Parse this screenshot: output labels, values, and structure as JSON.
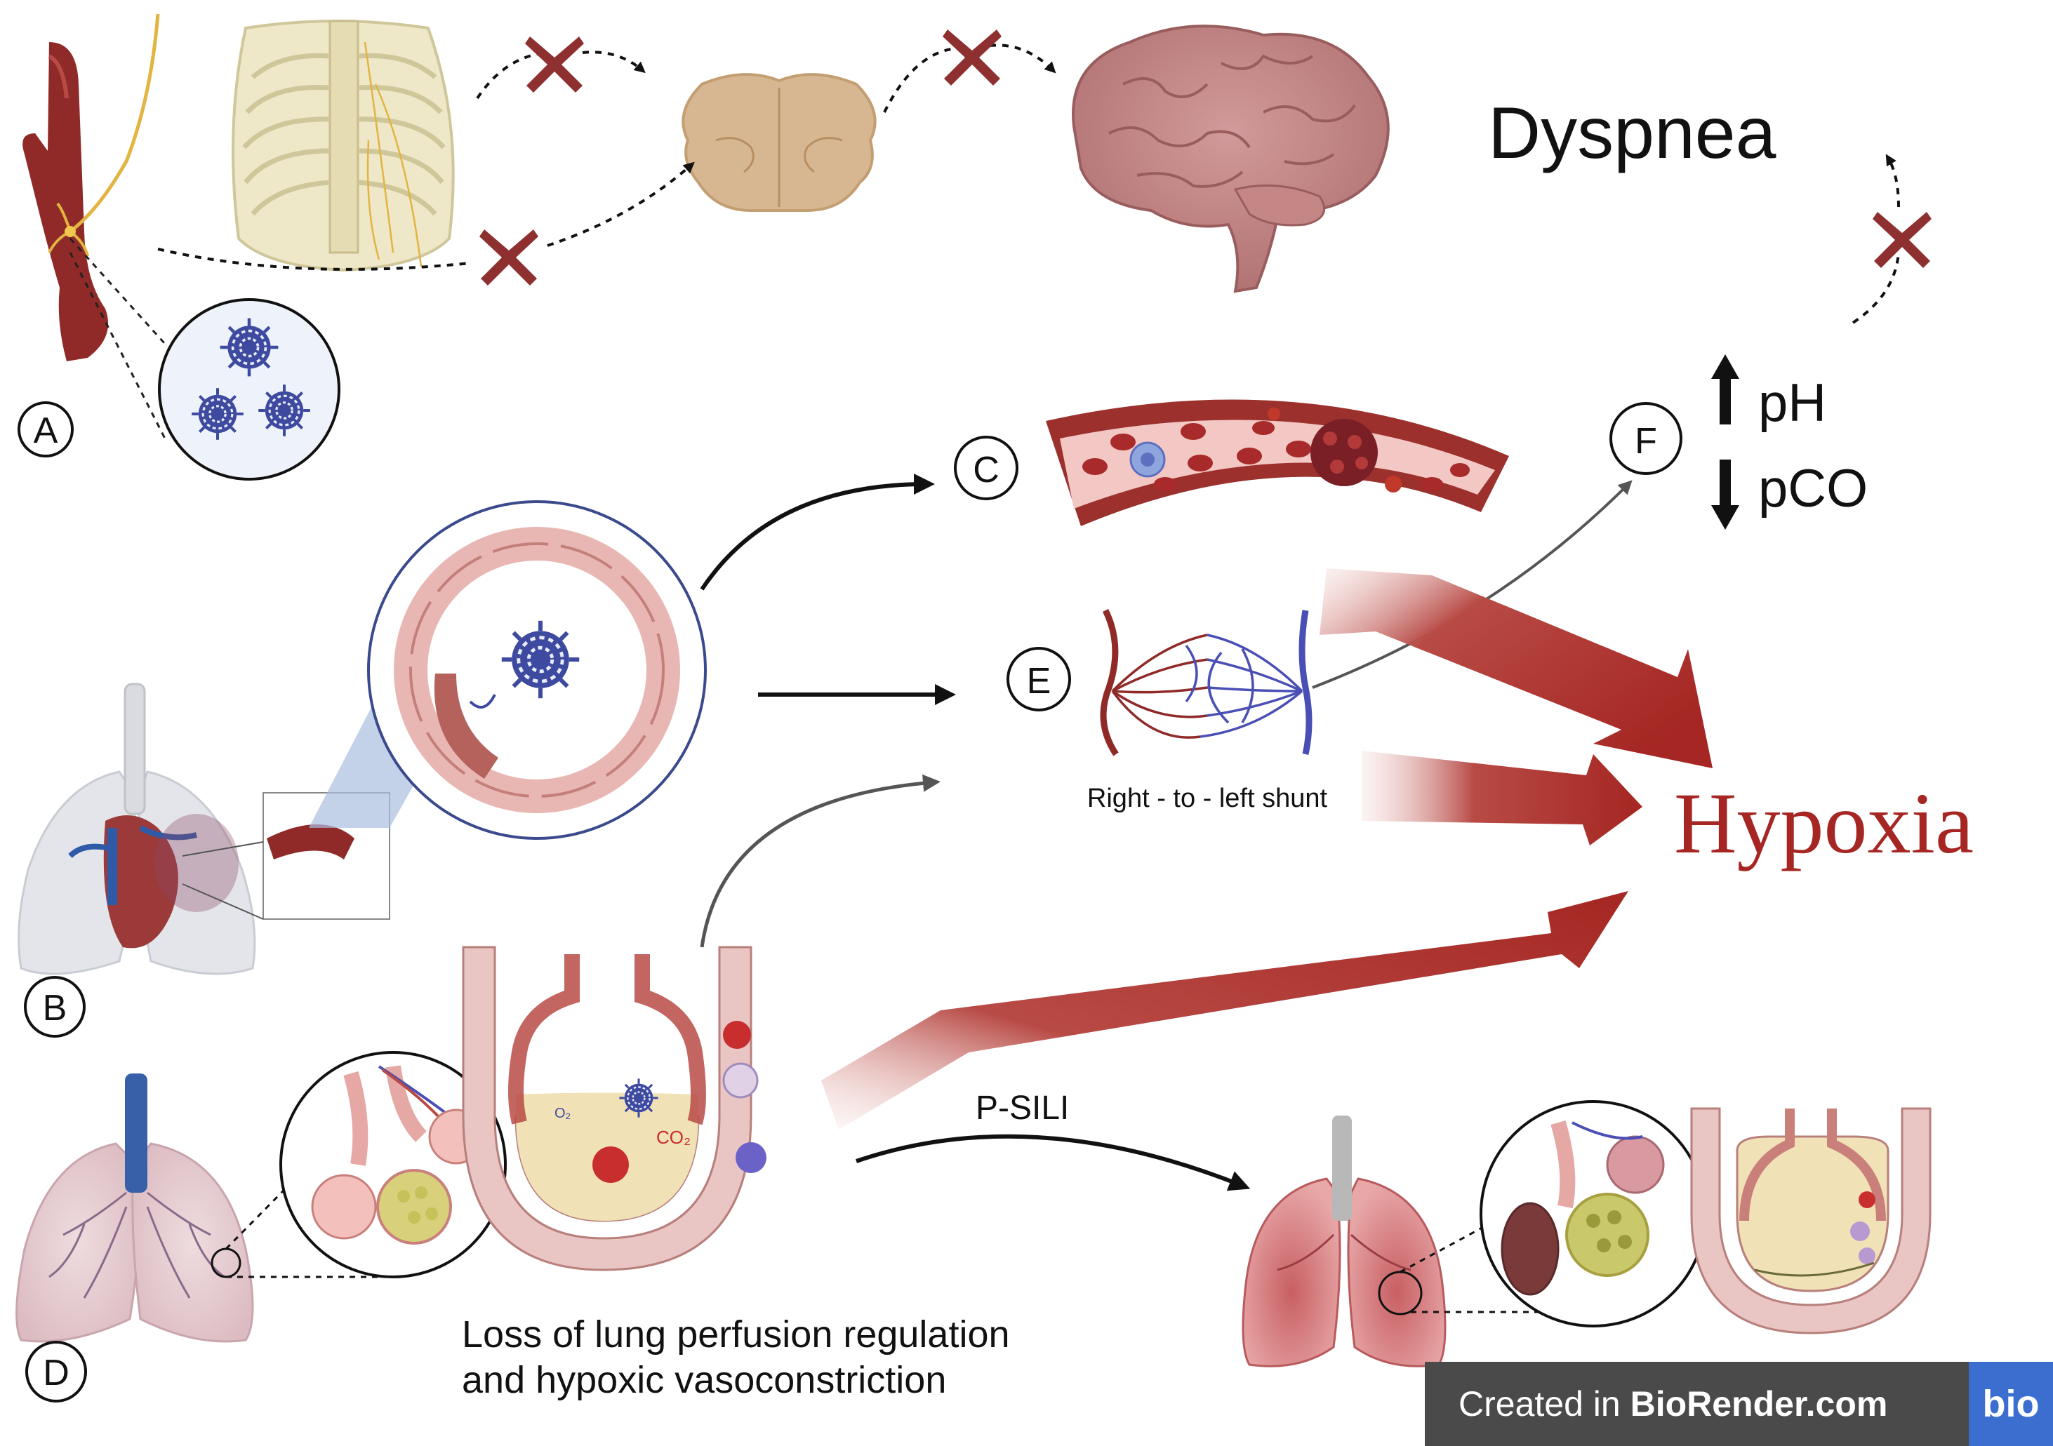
{
  "labels": {
    "a": "A",
    "b": "B",
    "c": "C",
    "d": "D",
    "e": "E",
    "f": "F"
  },
  "dyspnea": "Dyspnea",
  "hypoxia": "Hypoxia",
  "ph": "pH",
  "pco": "pCO",
  "shunt": "Right - to - left shunt",
  "psili": "P-SILI",
  "o2": "O₂",
  "co2": "CO₂",
  "caption_line1": "Loss of lung perfusion regulation",
  "caption_line2": "and hypoxic vasoconstriction",
  "watermark": {
    "prefix": "Created in ",
    "brand": "BioRender.com",
    "logo": "bio"
  },
  "colors": {
    "hypoxia_red": "#a52622",
    "vessel_red": "#8f2a28",
    "x_red": "#8f3030",
    "vein_blue": "#4a4fb5",
    "watermark_bg": "#4a4a4a",
    "logo_blue": "#3c6ecf"
  },
  "icons": [
    "blocked-x-icon",
    "arrow-up-icon",
    "arrow-down-icon",
    "virus-icon",
    "brain-icon",
    "brainstem-icon",
    "ribcage-icon",
    "lungs-icon",
    "blood-vessel-icon",
    "capillary-network-icon",
    "alveolus-icon"
  ]
}
